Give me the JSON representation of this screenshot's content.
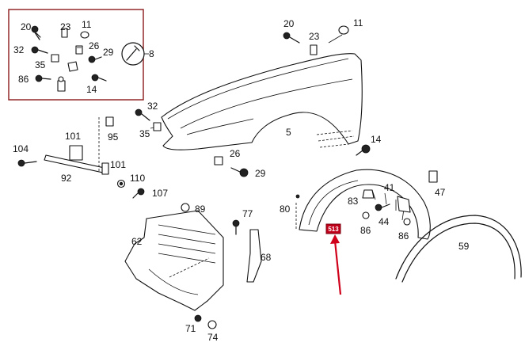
{
  "colors": {
    "ink": "#111111",
    "background": "#ffffff",
    "highlight_box": "#c0001a",
    "arrow": "#d0021b",
    "detail_frame": "#8b1a1a"
  },
  "highlighted_part": "513",
  "labels": {
    "l20a": "20",
    "l23a": "23",
    "l11a": "11",
    "l32a": "32",
    "l26a": "26",
    "l29a": "29",
    "l8": "8",
    "l35a": "35",
    "l86a": "86",
    "l14a": "14",
    "l20b": "20",
    "l23b": "23",
    "l11b": "11",
    "l32b": "32",
    "l5": "5",
    "l35b": "35",
    "l14b": "14",
    "l101a": "101",
    "l95": "95",
    "l104": "104",
    "l92": "92",
    "l101b": "101",
    "l110": "110",
    "l107": "107",
    "l26b": "26",
    "l29b": "29",
    "l89": "89",
    "l77": "77",
    "l62": "62",
    "l68": "68",
    "l71": "71",
    "l74": "74",
    "l80": "80",
    "l83": "83",
    "l41": "41",
    "l47": "47",
    "l44": "44",
    "l86b": "86",
    "l86c": "86",
    "l59": "59"
  }
}
